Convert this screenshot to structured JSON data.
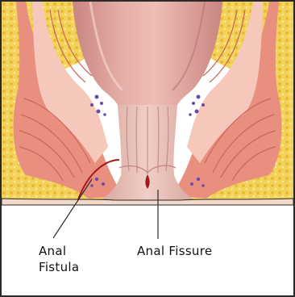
{
  "labels": {
    "fistula_line1": "Anal",
    "fistula_line2": "Fistula",
    "fissure": "Anal Fissure"
  },
  "colors": {
    "fat_yellow": "#f2d25a",
    "fat_dot": "#e6b52a",
    "muscle_pink": "#e88f7f",
    "muscle_light": "#f6c8bb",
    "rectum": "#e3a5a0",
    "rectum_dark": "#c98580",
    "canal": "#ecc2b8",
    "vessel_purple": "#6d4aa6",
    "lesion_red": "#a31818",
    "outline": "#2a2a2a"
  }
}
